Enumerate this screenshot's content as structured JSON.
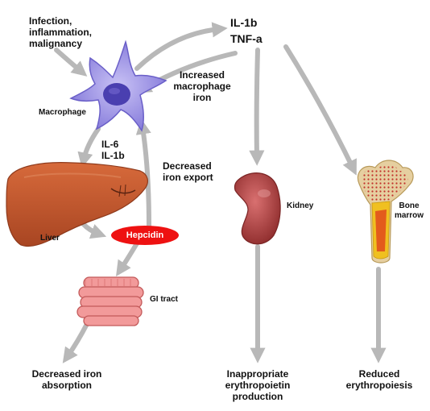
{
  "labels": {
    "causes": "Infection,\ninflammation,\nmalignancy",
    "il1b": "IL-1b",
    "tnf": "TNF-a",
    "increased_iron": "Increased\nmacrophage\niron",
    "macrophage": "Macrophage",
    "il6_il1b": "IL-6\nIL-1b",
    "decreased_export": "Decreased\niron export",
    "liver": "Liver",
    "hepcidin": "Hepcidin",
    "gi_tract": "GI tract",
    "kidney": "Kidney",
    "bone_marrow": "Bone\nmarrow",
    "decreased_absorption": "Decreased iron\nabsorption",
    "inappropriate_epo": "Inappropriate\nerythropoietin\nproduction",
    "reduced_erythropoiesis": "Reduced\nerythropoiesis"
  },
  "colors": {
    "arrow": "#b8b8b8",
    "macrophage": "#8f86e0",
    "liver": "#c4592e",
    "hepcidin": "#ee1111",
    "gut": "#f29a9a",
    "kidney": "#a83a3a",
    "bone": "#e6cfa0",
    "marrow": "#f0c020"
  }
}
